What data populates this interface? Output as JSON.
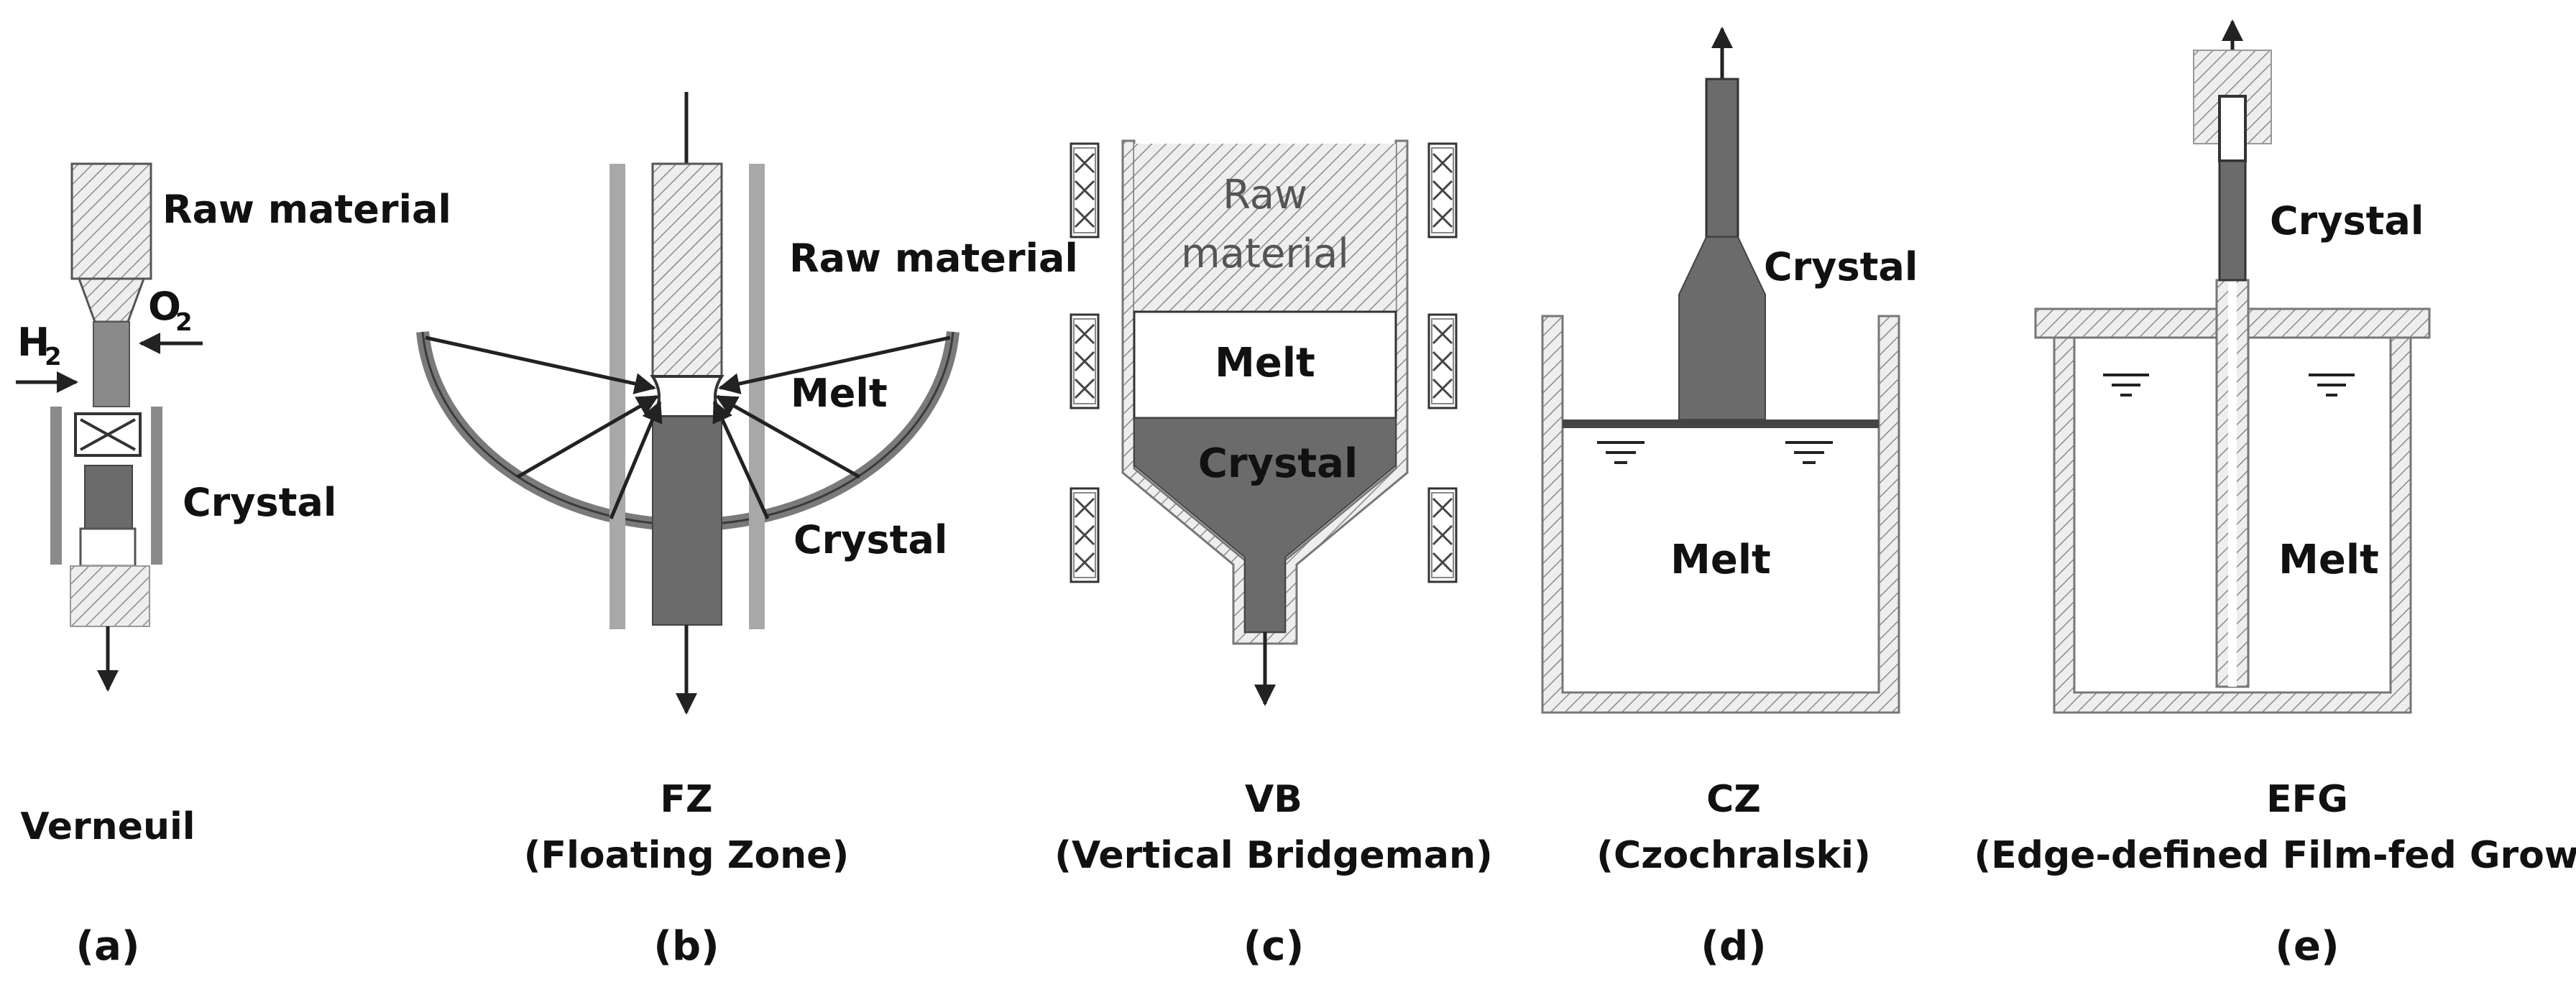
{
  "panels": {
    "a": {
      "raw_material": "Raw material",
      "h2": "H",
      "h2_sub": "2",
      "o2": "O",
      "o2_sub": "2",
      "crystal": "Crystal",
      "method": "Verneuil",
      "letter": "(a)"
    },
    "b": {
      "melt": "Melt",
      "crystal": "Crystal",
      "method": "FZ",
      "method_full": "(Floating Zone)",
      "letter": "(b)"
    },
    "c": {
      "raw_material": "Raw material",
      "raw_inside_1": "Raw",
      "raw_inside_2": "material",
      "melt": "Melt",
      "crystal": "Crystal",
      "method": "VB",
      "method_full": "(Vertical Bridgeman)",
      "letter": "(c)"
    },
    "d": {
      "crystal": "Crystal",
      "melt": "Melt",
      "method": "CZ",
      "method_full": "(Czochralski)",
      "letter": "(d)"
    },
    "e": {
      "crystal": "Crystal",
      "melt": "Melt",
      "method": "EFG",
      "method_full": "(Edge-defined Film-fed Growth)",
      "letter": "(e)"
    }
  },
  "colors": {
    "crystal": "#6b6b6b",
    "hatch": "#8a8a8a",
    "lamp": "#7a7a7a",
    "line": "#222222"
  }
}
